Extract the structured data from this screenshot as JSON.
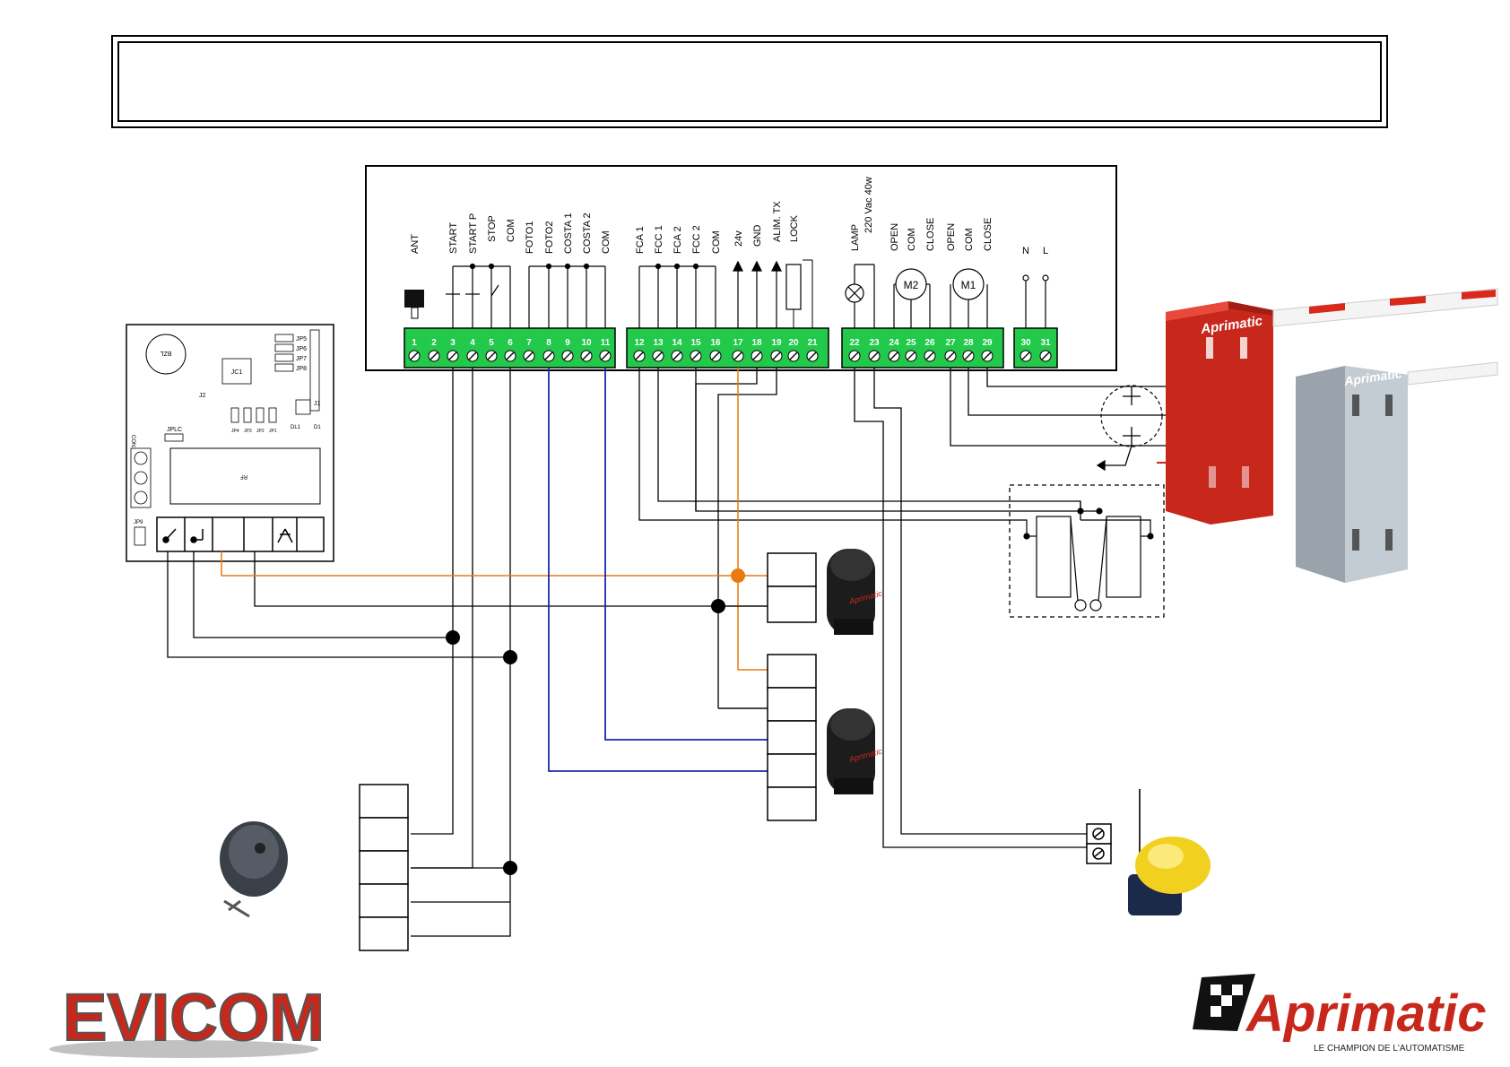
{
  "header": {
    "title": ""
  },
  "controller": {
    "terminals": [
      "1",
      "2",
      "3",
      "4",
      "5",
      "6",
      "7",
      "8",
      "9",
      "10",
      "11",
      "12",
      "13",
      "14",
      "15",
      "16",
      "17",
      "18",
      "19",
      "20",
      "21",
      "22",
      "23",
      "24",
      "25",
      "26",
      "27",
      "28",
      "29",
      "30",
      "31"
    ],
    "labels": [
      "ANT",
      "START",
      "START P",
      "STOP",
      "COM",
      "FOTO1",
      "FOTO2",
      "COSTA 1",
      "COSTA 2",
      "COM",
      "FCA 1",
      "FCC 1",
      "FCA 2",
      "FCC 2",
      "COM",
      "24v",
      "GND",
      "ALIM. TX",
      "LOCK",
      "LAMP",
      "220 Vac  40w",
      "OPEN",
      "COM",
      "CLOSE",
      "OPEN",
      "COM",
      "CLOSE",
      "N",
      "L"
    ],
    "motor_labels": [
      "M2",
      "M1"
    ]
  },
  "receiver": {
    "labels": [
      "BZL",
      "JP5",
      "JP6",
      "JP7",
      "JP8",
      "JC1",
      "J2",
      "J1",
      "DL1",
      "D1",
      "JP4",
      "JP3",
      "JP2",
      "JP1",
      "JPLC",
      "CON1",
      "RF",
      "JP9"
    ]
  },
  "brands": {
    "left": "EVICOM",
    "right": "Aprimatic",
    "right_tagline": "LE CHAMPION DE L'AUTOMATISME",
    "product": "Aprimatic",
    "photocell": "Aprimatic"
  },
  "colors": {
    "terminal_green": "#22c94a",
    "wire_orange": "#e87a10",
    "wire_blue": "#1a2aa8",
    "barrier_red": "#c8281c"
  }
}
